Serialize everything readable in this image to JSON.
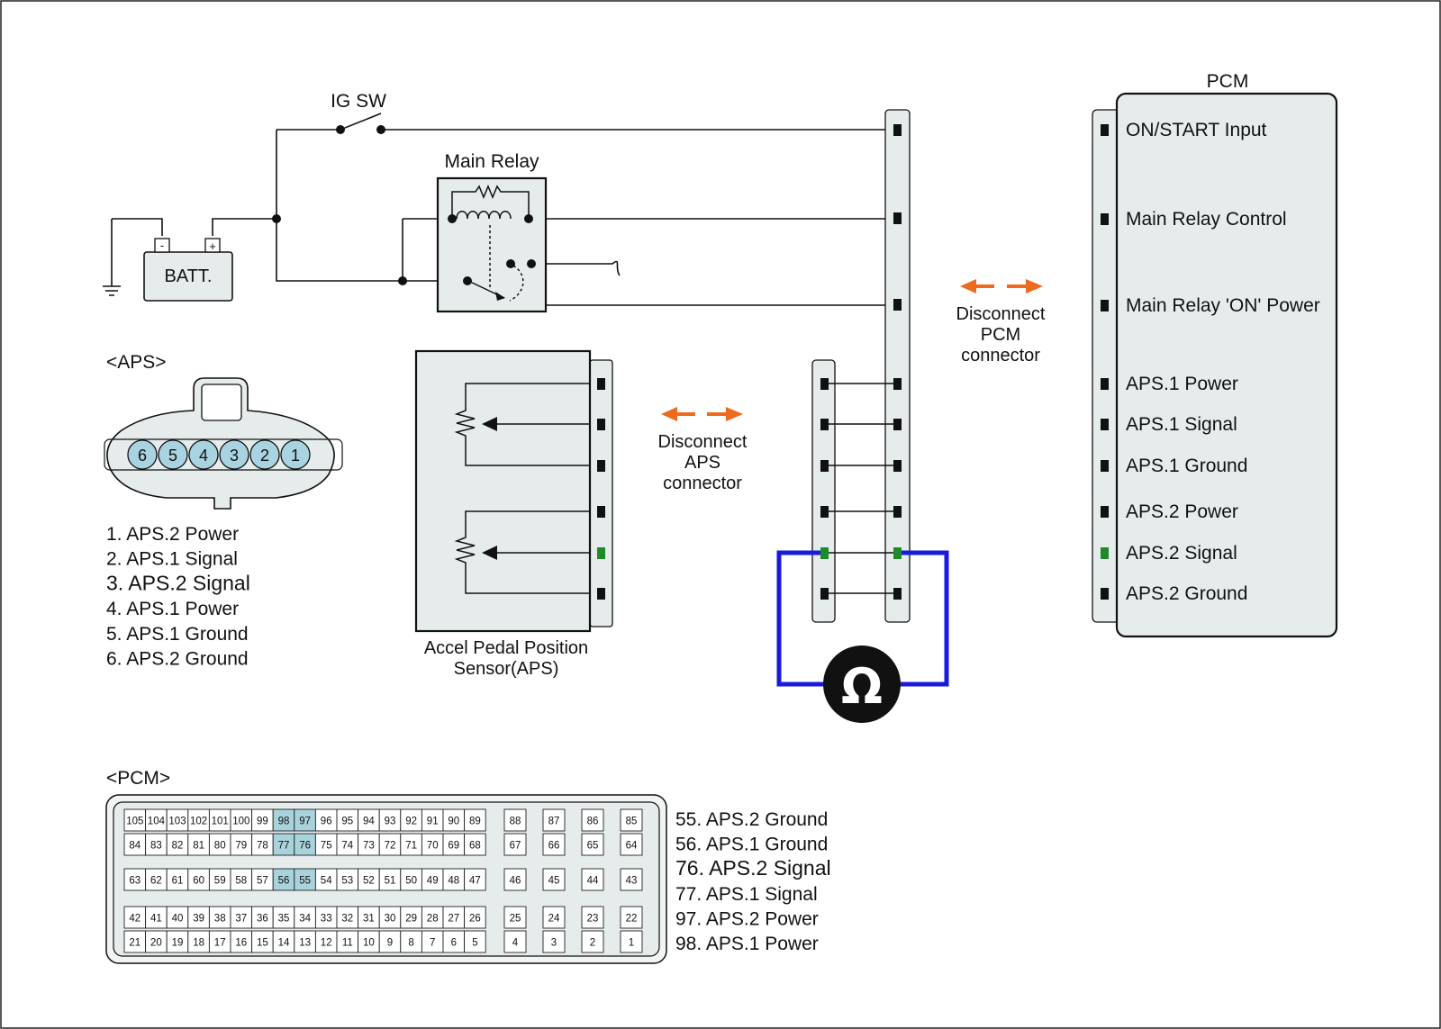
{
  "colors": {
    "wire": "#111111",
    "loop": "#1a1adb",
    "accent_green": "#1e8a2a",
    "arrow": "#f06a1e",
    "panel_fill": "#e6ecec",
    "pin_highlight": "#a9d3dc",
    "aps_pin_fill": "#a9d3e0"
  },
  "labels": {
    "ig_sw": "IG SW",
    "main_relay": "Main Relay",
    "battery": "BATT.",
    "battery_minus": "-",
    "battery_plus": "+",
    "pcm_title": "PCM",
    "aps_connector_heading": "<APS>",
    "pcm_connector_heading": "<PCM>",
    "aps_sensor_line1": "Accel Pedal Position",
    "aps_sensor_line2": "Sensor(APS)",
    "disconnect_aps": [
      "Disconnect",
      "APS",
      "connector"
    ],
    "disconnect_pcm": [
      "Disconnect",
      "PCM",
      "connector"
    ],
    "ohmmeter_symbol": "Ω"
  },
  "pcm_pins": [
    {
      "label": "ON/START Input",
      "highlight": false
    },
    {
      "label": "Main Relay Control",
      "highlight": false
    },
    {
      "label": "Main Relay 'ON' Power",
      "highlight": false
    },
    {
      "label": "APS.1 Power",
      "highlight": false
    },
    {
      "label": "APS.1 Signal",
      "highlight": false
    },
    {
      "label": "APS.1 Ground",
      "highlight": false
    },
    {
      "label": "APS.2 Power",
      "highlight": false
    },
    {
      "label": "APS.2 Signal",
      "highlight": true
    },
    {
      "label": "APS.2 Ground",
      "highlight": false
    }
  ],
  "aps_connector_pins": [
    "6",
    "5",
    "4",
    "3",
    "2",
    "1"
  ],
  "aps_legend": [
    {
      "text": "1. APS.2 Power",
      "highlight": false
    },
    {
      "text": "2. APS.1 Signal",
      "highlight": false
    },
    {
      "text": "3. APS.2 Signal",
      "highlight": true
    },
    {
      "text": "4. APS.1 Power",
      "highlight": false
    },
    {
      "text": "5. APS.1 Ground",
      "highlight": false
    },
    {
      "text": "6. APS.2 Ground",
      "highlight": false
    }
  ],
  "pcm_legend": [
    {
      "text": "55. APS.2 Ground",
      "highlight": false
    },
    {
      "text": "56. APS.1 Ground",
      "highlight": false
    },
    {
      "text": "76. APS.2 Signal",
      "highlight": true
    },
    {
      "text": "77. APS.1 Signal",
      "highlight": false
    },
    {
      "text": "97. APS.2 Power",
      "highlight": false
    },
    {
      "text": "98. APS.1 Power",
      "highlight": false
    }
  ],
  "pcm_connector_rows": [
    {
      "main": [
        "105",
        "104",
        "103",
        "102",
        "101",
        "100",
        "99",
        "98",
        "97",
        "96",
        "95",
        "94",
        "93",
        "92",
        "91",
        "90",
        "89"
      ],
      "side": [
        "88",
        "87",
        "86",
        "85"
      ]
    },
    {
      "main": [
        "84",
        "83",
        "82",
        "81",
        "80",
        "79",
        "78",
        "77",
        "76",
        "75",
        "74",
        "73",
        "72",
        "71",
        "70",
        "69",
        "68"
      ],
      "side": [
        "67",
        "66",
        "65",
        "64"
      ]
    },
    {
      "main": [
        "63",
        "62",
        "61",
        "60",
        "59",
        "58",
        "57",
        "56",
        "55",
        "54",
        "53",
        "52",
        "51",
        "50",
        "49",
        "48",
        "47"
      ],
      "side": [
        "46",
        "45",
        "44",
        "43"
      ]
    },
    {
      "main": [
        "42",
        "41",
        "40",
        "39",
        "38",
        "37",
        "36",
        "35",
        "34",
        "33",
        "32",
        "31",
        "30",
        "29",
        "28",
        "27",
        "26"
      ],
      "side": [
        "25",
        "24",
        "23",
        "22"
      ]
    },
    {
      "main": [
        "21",
        "20",
        "19",
        "18",
        "17",
        "16",
        "15",
        "14",
        "13",
        "12",
        "11",
        "10",
        "9",
        "8",
        "7",
        "6",
        "5"
      ],
      "side": [
        "4",
        "3",
        "2",
        "1"
      ]
    }
  ],
  "pcm_connector_highlighted_pins": [
    "98",
    "97",
    "77",
    "76",
    "56",
    "55"
  ]
}
